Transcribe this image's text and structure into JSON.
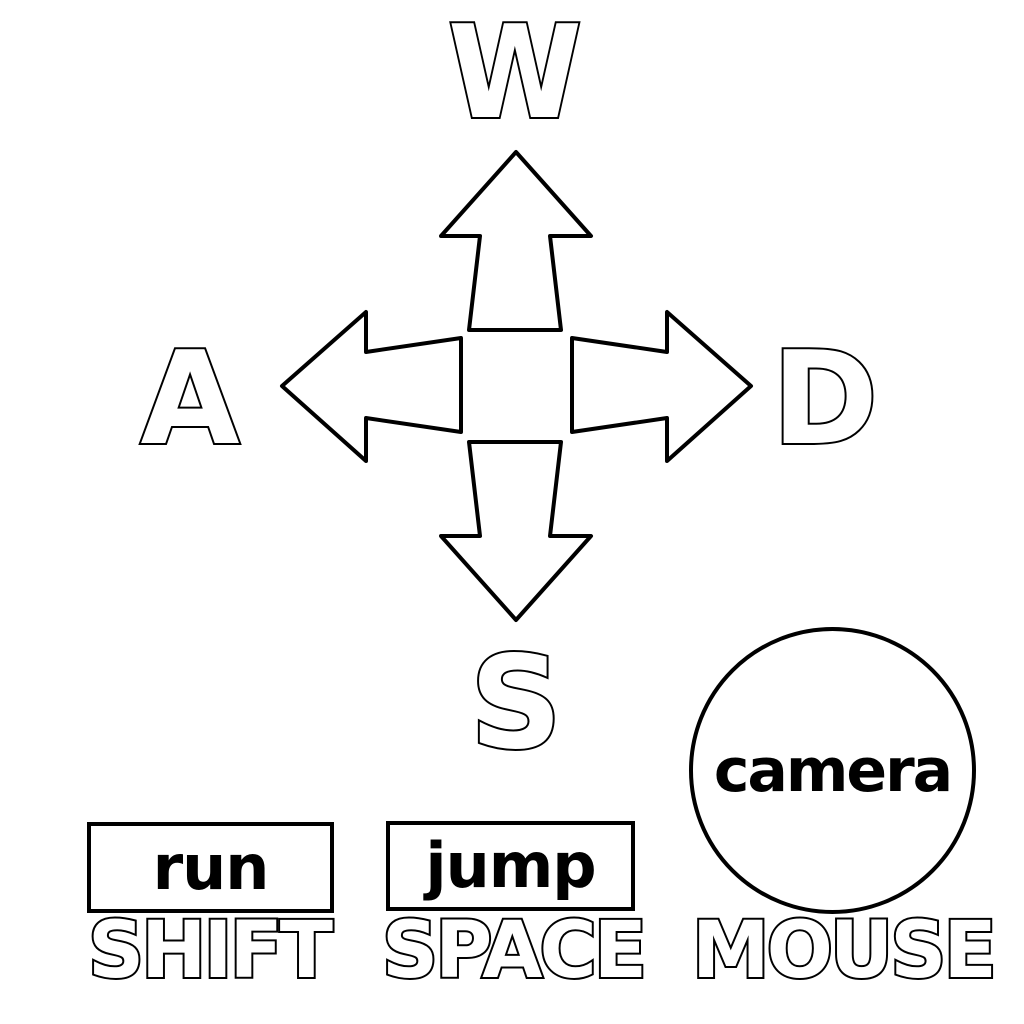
{
  "keys": {
    "up": "W",
    "left": "A",
    "right": "D",
    "down": "S"
  },
  "actions": [
    {
      "label": "run",
      "key": "SHIFT"
    },
    {
      "label": "jump",
      "key": "SPACE"
    },
    {
      "label": "camera",
      "key": "MOUSE"
    }
  ],
  "colors": {
    "fill": "#ffffff",
    "outline": "#000000"
  }
}
